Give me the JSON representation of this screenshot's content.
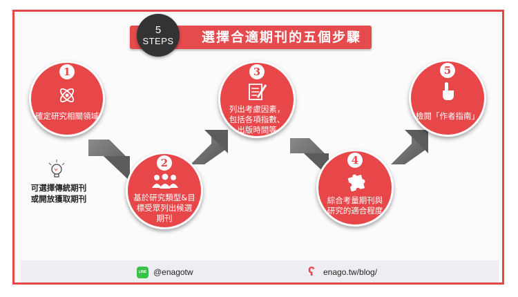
{
  "title": "選擇合適期刊的五個步驟",
  "badge": {
    "number": "5",
    "word": "STEPS"
  },
  "steps": [
    {
      "num": "1",
      "lines": [
        "確定研究相關領域"
      ],
      "icon": "atom-icon"
    },
    {
      "num": "2",
      "lines": [
        "基於研究類型&目",
        "標受眾列出候選",
        "期刊"
      ],
      "icon": "people-icon"
    },
    {
      "num": "3",
      "lines": [
        "列出考慮因素，",
        "包括各項指數、",
        "出版時間等"
      ],
      "icon": "checklist-pencil-icon"
    },
    {
      "num": "4",
      "lines": [
        "綜合考量期刊與",
        "研究的適合程度"
      ],
      "icon": "puzzle-icon"
    },
    {
      "num": "5",
      "lines": [
        "檢閱「作者指南」"
      ],
      "icon": "pointer-hand-icon"
    }
  ],
  "tip": {
    "lines": [
      "可選擇傳統期刊",
      "或開放獲取期刊"
    ],
    "icon": "lightbulb-icon"
  },
  "footer": {
    "line_badge": "LINE",
    "line_handle": "@enagotw",
    "enago_mark": "ʕ",
    "enago_url": "enago.tw/blog/"
  },
  "colors": {
    "accent": "#e8474a",
    "arrow": "#6e6e6e",
    "badge": "#333333",
    "line_green": "#3ac14a"
  }
}
